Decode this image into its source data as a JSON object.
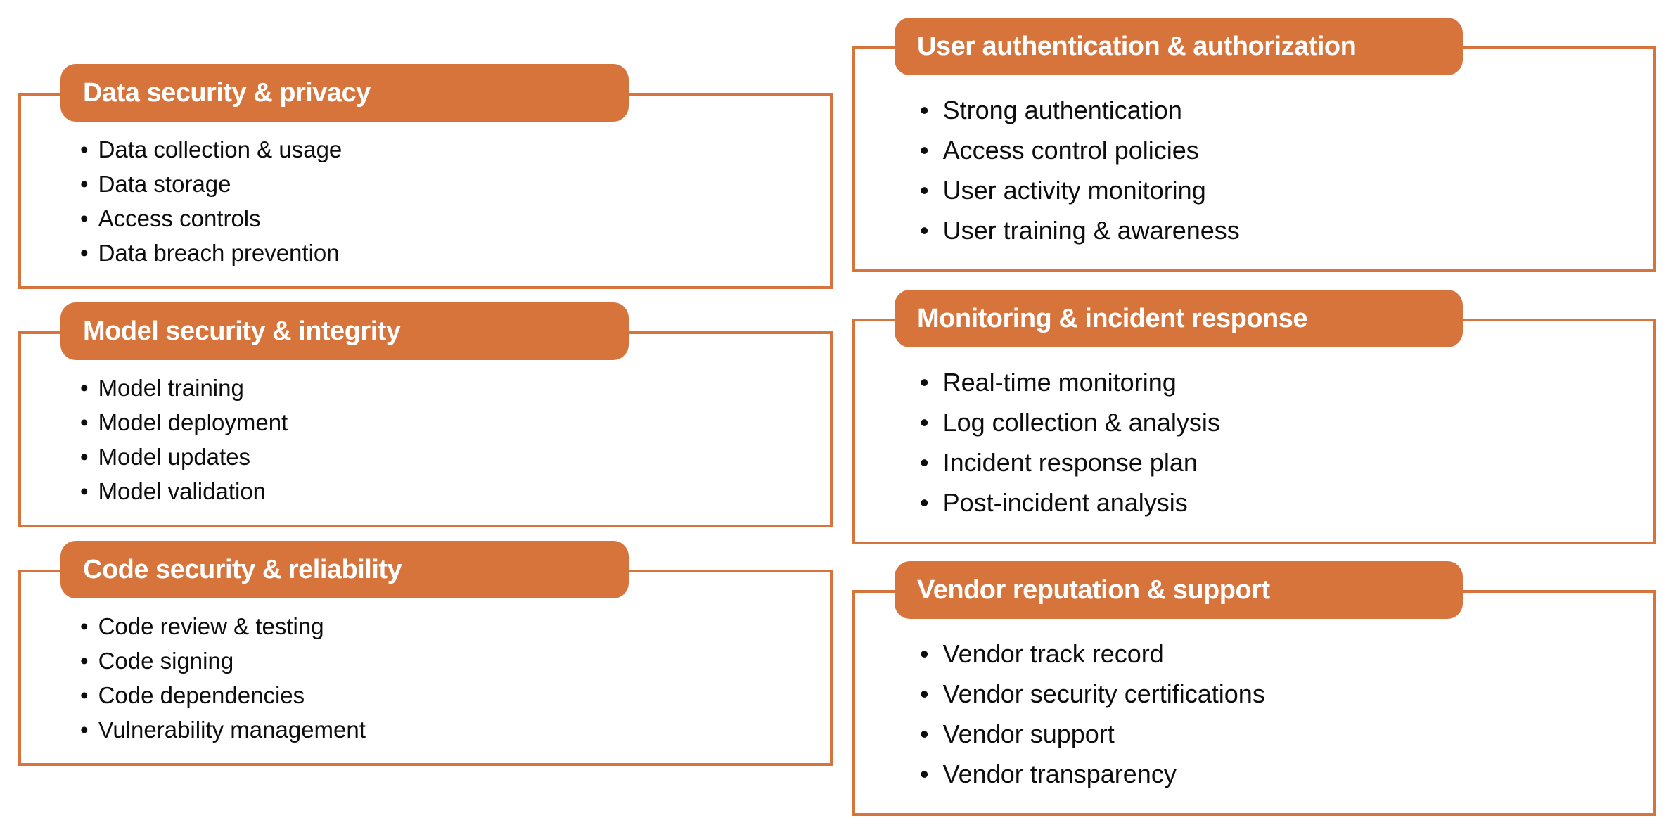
{
  "glyphs": {
    "bullet": "•"
  },
  "colors": {
    "accent": "#D6743C",
    "header_text": "#FFFFFF",
    "body_text": "#0D0D0D",
    "background": "#FFFFFF"
  },
  "sections": [
    {
      "id": "data-security-privacy",
      "title": "Data security & privacy",
      "items": [
        "Data collection & usage",
        "Data storage",
        "Access controls",
        "Data breach prevention"
      ]
    },
    {
      "id": "model-security-integrity",
      "title": "Model security & integrity",
      "items": [
        "Model training",
        "Model deployment",
        "Model updates",
        "Model validation"
      ]
    },
    {
      "id": "code-security-reliability",
      "title": "Code security & reliability",
      "items": [
        "Code review & testing",
        "Code signing",
        "Code dependencies",
        "Vulnerability management"
      ]
    },
    {
      "id": "user-authentication-authorization",
      "title": "User authentication & authorization",
      "items": [
        "Strong authentication",
        "Access control policies",
        "User activity monitoring",
        "User training & awareness"
      ]
    },
    {
      "id": "monitoring-incident-response",
      "title": "Monitoring & incident response",
      "items": [
        "Real-time monitoring",
        "Log collection & analysis",
        "Incident response plan",
        "Post-incident analysis"
      ]
    },
    {
      "id": "vendor-reputation-support",
      "title": "Vendor reputation & support",
      "items": [
        "Vendor track record",
        "Vendor security certifications",
        "Vendor support",
        "Vendor transparency"
      ]
    }
  ]
}
